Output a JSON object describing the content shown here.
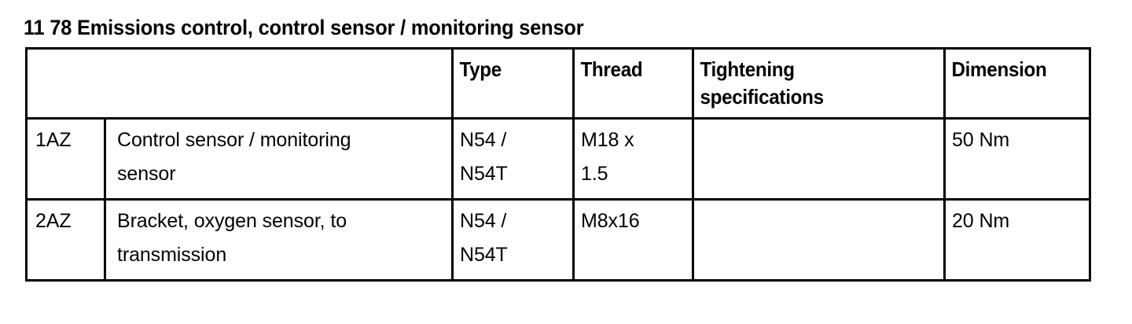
{
  "document": {
    "title": "11 78 Emissions control, control sensor / monitoring sensor",
    "section_number": "11 78",
    "background_color": "#ffffff",
    "text_color": "#000000",
    "border_color": "#000000"
  },
  "table": {
    "columns": [
      {
        "key": "id",
        "header": ""
      },
      {
        "key": "desc",
        "header": ""
      },
      {
        "key": "type",
        "header": "Type"
      },
      {
        "key": "thread",
        "header": "Thread"
      },
      {
        "key": "tightening",
        "header": "Tightening\nspecifications"
      },
      {
        "key": "dimension",
        "header": "Dimension"
      }
    ],
    "headers": {
      "blank_left": "",
      "blank_desc": "",
      "type": "Type",
      "thread": "Thread",
      "tightening": "Tightening\nspecifications",
      "dimension": "Dimension"
    },
    "rows": [
      {
        "id": "1AZ",
        "description": "Control sensor / monitoring\nsensor",
        "type": "N54 /\nN54T",
        "thread": "M18 x\n1.5",
        "tightening": "",
        "dimension": "50 Nm"
      },
      {
        "id": "2AZ",
        "description": "Bracket, oxygen sensor, to\ntransmission",
        "type": "N54 /\nN54T",
        "thread": "M8x16",
        "tightening": "",
        "dimension": "20 Nm"
      }
    ]
  }
}
